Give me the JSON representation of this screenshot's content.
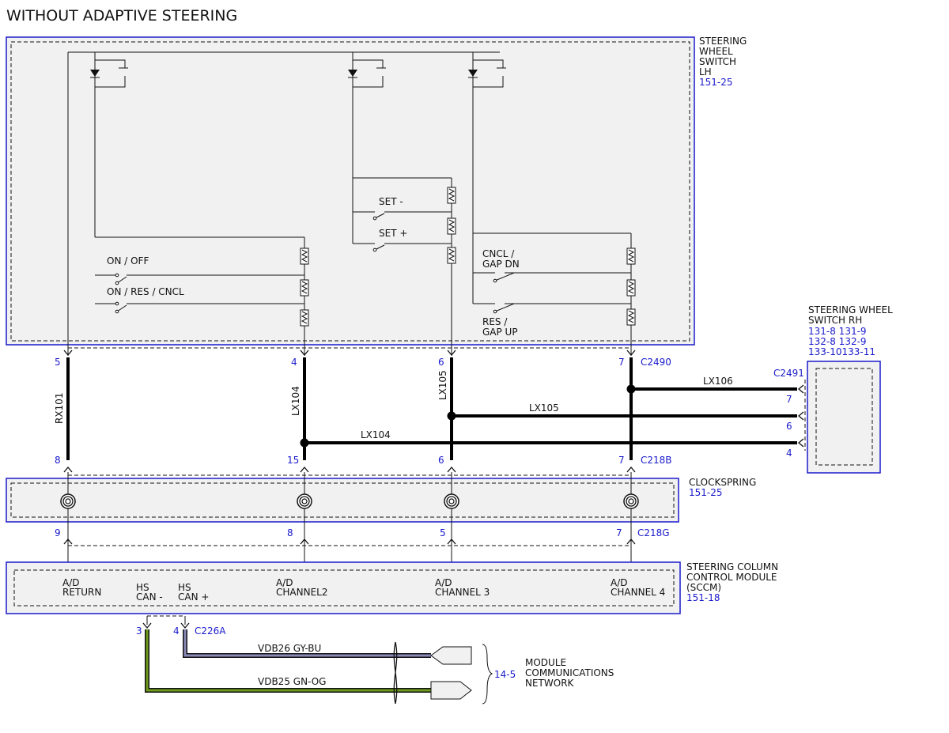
{
  "title": "WITHOUT ADAPTIVE STEERING",
  "components": {
    "swsw_lh": {
      "lines": [
        "STEERING",
        "WHEEL",
        "SWITCH",
        "LH"
      ],
      "ref": "151-25"
    },
    "swsw_rh": {
      "lines": [
        "STEERING WHEEL",
        "SWITCH RH"
      ],
      "refs": [
        "131-8 131-9",
        "132-8 132-9",
        "133-10133-11"
      ]
    },
    "clockspring": {
      "lines": [
        "CLOCKSPRING"
      ],
      "ref": "151-25"
    },
    "sccm": {
      "lines": [
        "STEERING COLUMN",
        "CONTROL MODULE",
        "(SCCM)"
      ],
      "ref": "151-18"
    },
    "network": {
      "lines": [
        "MODULE",
        "COMMUNICATIONS",
        "NETWORK"
      ],
      "ref": "14-5"
    }
  },
  "switch_labels": {
    "on_off": "ON / OFF",
    "on_res_cncl": "ON / RES / CNCL",
    "set_minus": "SET -",
    "set_plus": "SET +",
    "cncl_gap_dn": [
      "CNCL /",
      "GAP DN"
    ],
    "res_gap_up": [
      "RES /",
      "GAP UP"
    ]
  },
  "connectors": {
    "c2490": "C2490",
    "c2491": "C2491",
    "c218b": "C218B",
    "c218g": "C218G",
    "c226a": "C226A"
  },
  "pins": {
    "c2490": [
      "5",
      "4",
      "6",
      "7"
    ],
    "c218b": [
      "8",
      "15",
      "6",
      "7"
    ],
    "c218g": [
      "9",
      "8",
      "5",
      "7"
    ],
    "c2491": [
      "7",
      "6",
      "4"
    ],
    "c226a": [
      "3",
      "4"
    ]
  },
  "wires": {
    "rx101": "RX101",
    "lx104_v": "LX104",
    "lx105_v": "LX105",
    "lx106": "LX106",
    "lx105": "LX105",
    "lx104": "LX104",
    "vdb26": "VDB26  GY-BU",
    "vdb25": "VDB25  GN-OG"
  },
  "sccm_pins": {
    "ad_return": [
      "A/D",
      "RETURN"
    ],
    "hs_can_minus": [
      "HS",
      "CAN -"
    ],
    "hs_can_plus": [
      "HS",
      "CAN +"
    ],
    "ad_ch2": [
      "A/D",
      "CHANNEL2"
    ],
    "ad_ch3": [
      "A/D",
      "CHANNEL 3"
    ],
    "ad_ch4": [
      "A/D",
      "CHANNEL 4"
    ]
  },
  "colors": {
    "blue_text": "#1a1acc",
    "gy_bu_wire": "#8a8ab8",
    "gn_og_wire": "#6f9a1e",
    "box_fill": "#f1f1f1"
  }
}
